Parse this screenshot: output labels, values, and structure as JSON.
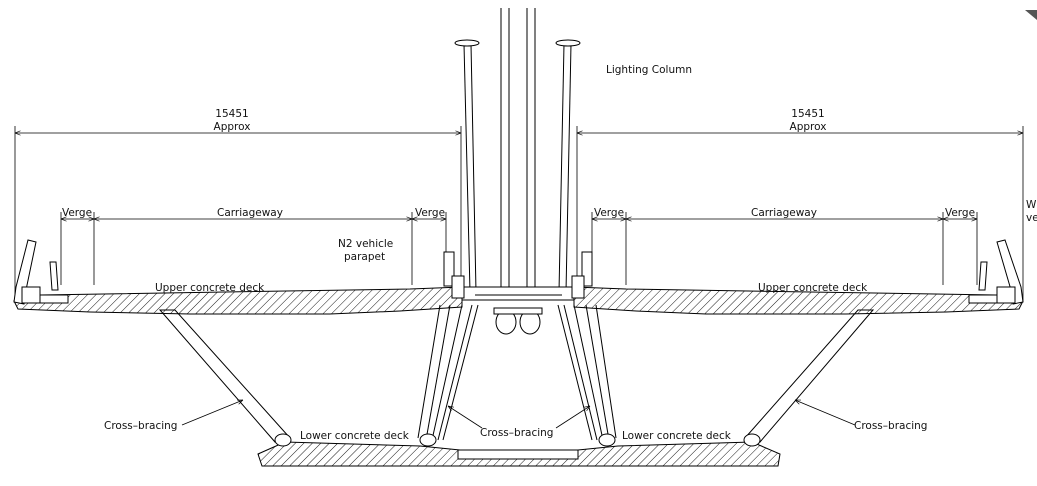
{
  "labels": {
    "lighting_column": "Lighting Column",
    "dim_left_value": "15451",
    "dim_left_note": "Approx",
    "dim_right_value": "15451",
    "dim_right_note": "Approx",
    "verge_1": "Verge",
    "carriageway_left": "Carriageway",
    "verge_2": "Verge",
    "verge_3": "Verge",
    "carriageway_right": "Carriageway",
    "verge_4": "Verge",
    "parapet_line1": "N2  vehicle",
    "parapet_line2": "parapet",
    "upper_deck_left": "Upper concrete deck",
    "upper_deck_right": "Upper concrete deck",
    "cross_bracing_left": "Cross–bracing",
    "cross_bracing_center": "Cross–bracing",
    "cross_bracing_right": "Cross–bracing",
    "lower_deck_left": "Lower concrete deck",
    "lower_deck_right": "Lower concrete deck",
    "edge_cut_1": "Wi",
    "edge_cut_2": "ve"
  }
}
